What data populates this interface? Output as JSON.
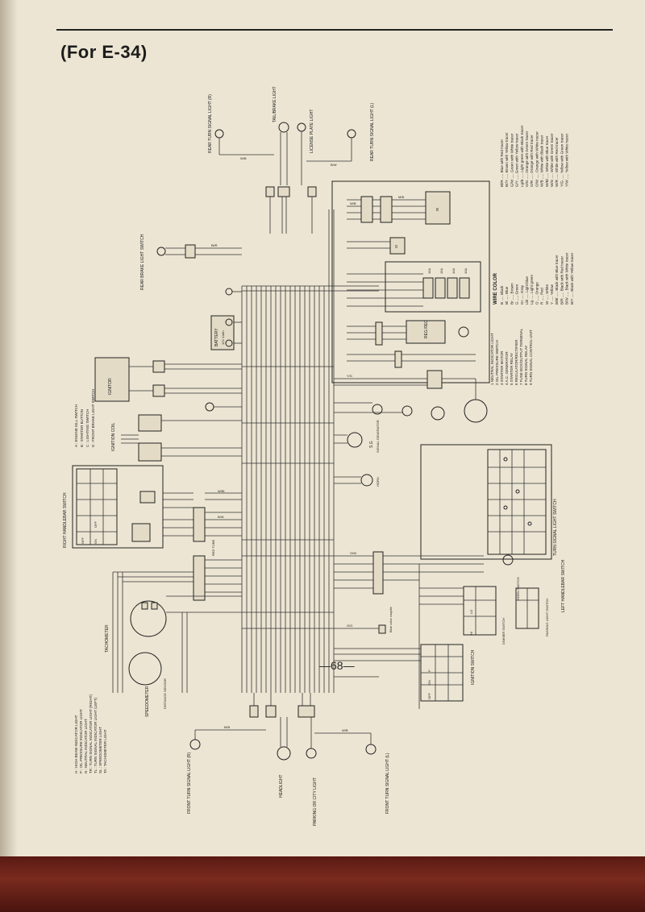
{
  "header": {
    "title": "(For E-34)"
  },
  "footer": {
    "page_number": "—68—"
  },
  "components": {
    "rear_turn_right": "REAR TURN SIGNAL LIGHT (R)",
    "tail_brake": "TAIL/BRAKE LIGHT",
    "license_plate": "LICENSE PLATE LIGHT",
    "rear_turn_left": "REAR TURN SIGNAL LIGHT (L)",
    "rear_brake_switch": "REAR BRAKE LIGHT SWITCH",
    "battery": "BATTERY",
    "battery_spec": "12V 14Ah",
    "ignitor": "IGNITOR",
    "ignition_coil": "IGNITION COIL",
    "right_handlebar": "RIGHT HANDLEBAR SWITCH",
    "tachometer": "TACHOMETER",
    "speedometer": "SPEEDOMETER",
    "distance_sensor": "DISTANCE SENSOR",
    "front_turn_right": "FRONT TURN SIGNAL LIGHT (R)",
    "headlight": "HEADLIGHT",
    "parking_city": "PARKING OR CITY LIGHT",
    "front_turn_left": "FRONT TURN SIGNAL LIGHT (L)",
    "ignition_switch": "IGNITION SWITCH",
    "dimmer_switch": "DIMMER SWITCH",
    "passing_switch": "PASSING LIGHT SWITCH",
    "horn_switch": "HORN SWITCH",
    "left_handlebar": "LEFT HANDLEBAR SWITCH",
    "turn_signal_switch": "TURN SIGNAL LIGHT SWITCH",
    "horn": "HORN",
    "signal_generator": "SIGNAL GENERATOR",
    "sg": "S.G",
    "reg_rec": "REG REC",
    "fuse_15a": "15A",
    "fuse_10a": "10A",
    "red_tube": "RED TUBE",
    "blue_coupler": "Blue color coupler"
  },
  "legend_right_switch": {
    "items": [
      "A : ENGINE KILL SWITCH",
      "B : STARTER BUTTON",
      "C : LIGHTING SWITCH",
      "D : FRONT BRAKE LIGHT SWITCH"
    ]
  },
  "legend_meter_lights": {
    "items": [
      "H : HIGH BEAM INDICATOR LIGHT",
      "P : OIL PRESSURE INDICATOR LIGHT",
      "N : NEUTRAL INDICATOR LIGHT",
      "TR : TURN SIGNAL INDICATOR LIGHT (RIGHT)",
      "TL : TURN SIGNAL INDICATOR LIGHT (LEFT)",
      "SL : SPEEDOMETER LIGHT",
      "TA : TACHOMETER LIGHT"
    ]
  },
  "legend_numbered": {
    "items": [
      "1 NEUTRAL INDICATOR LIGHT",
      "2 OIL PRESSURE SWITCH",
      "3 STARTER MOTOR",
      "4 A.C. GENERATOR",
      "5 STARTER RELAY",
      "6 REGULATOR/RECTIFIER",
      "7 FUSE BOX/OUTPUT TERMINAL",
      "8 TURN SIGNAL RELAY",
      "9 TURN SIGNAL CONTROL UNIT"
    ]
  },
  "wire_color": {
    "title": "WIRE COLOR",
    "col1": [
      "B ..... Black",
      "Bl ..... Blue",
      "Br ..... Brown",
      "G ..... Green",
      "Gr ..... Gray",
      "Lbl ..... Light blue",
      "Lg ..... Light green",
      "O ..... Orange",
      "R ..... Red",
      "W ..... White",
      "Y ..... Yellow",
      "B/Bl ..... Black with Blue tracer",
      "B/R ..... Black with Red tracer",
      "B/W ..... Black with White tracer",
      "B/Y ..... Black with Yellow tracer"
    ],
    "col2": [
      "Bl/R ..... Blue with Red tracer",
      "Br/Y ..... Brown with Yellow tracer",
      "G/W ..... Green with White tracer",
      "G/Y ..... Green with Yellow tracer",
      "Lg/B ..... Light green with Black tracer",
      "O/G ..... Orange with Green tracer",
      "O/R ..... Orange with Red tracer",
      "O/W ..... Orange with White tracer",
      "W/B ..... White with Black tracer",
      "W/Bl ..... White with Blue tracer",
      "W/G ..... White with Green tracer",
      "W/R ..... White with Red tracer",
      "Y/G ..... Yellow with Green tracer",
      "Y/W ..... Yellow with White tracer"
    ]
  },
  "switch_positions": {
    "on": "ON",
    "off": "OFF",
    "p": "P",
    "hi": "HI",
    "lo": "LO"
  },
  "wire_codes": [
    "W/B",
    "B/W",
    "M/B",
    "W/B",
    "O/R",
    "Bl/R",
    "W/Bl",
    "B/W",
    "O/W",
    "Y/G",
    "G/W",
    "B/Y",
    "R",
    "O/G"
  ]
}
